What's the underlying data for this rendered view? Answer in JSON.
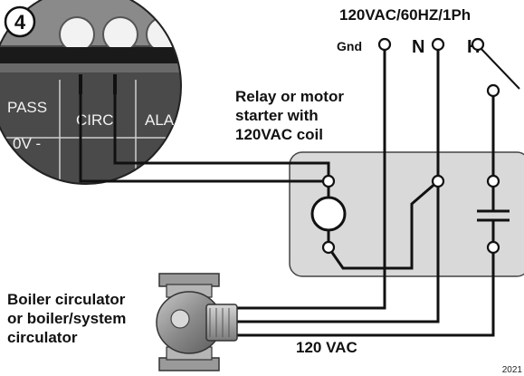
{
  "supply": {
    "spec": "120VAC/60HZ/1Ph",
    "gnd_label": "Gnd",
    "n_label": "N",
    "h_label": "H"
  },
  "relay": {
    "label_line1": "Relay or motor",
    "label_line2": "starter with",
    "label_line3": "120VAC coil"
  },
  "control": {
    "step_number": "4",
    "terminal_left": "PASS",
    "terminal_center": "CIRC",
    "terminal_right": "ALA",
    "voltage_fragment": "0V -"
  },
  "pump": {
    "label_line1": "Boiler circulator",
    "label_line2": "or boiler/system",
    "label_line3": "circulator"
  },
  "wiring": {
    "voltage_label": "120 VAC"
  },
  "figure_id": "2021",
  "colors": {
    "line": "#111111",
    "relay_fill": "#d9d9d9",
    "panel_dark": "#4a4a4a",
    "panel_black": "#1a1a1a"
  }
}
